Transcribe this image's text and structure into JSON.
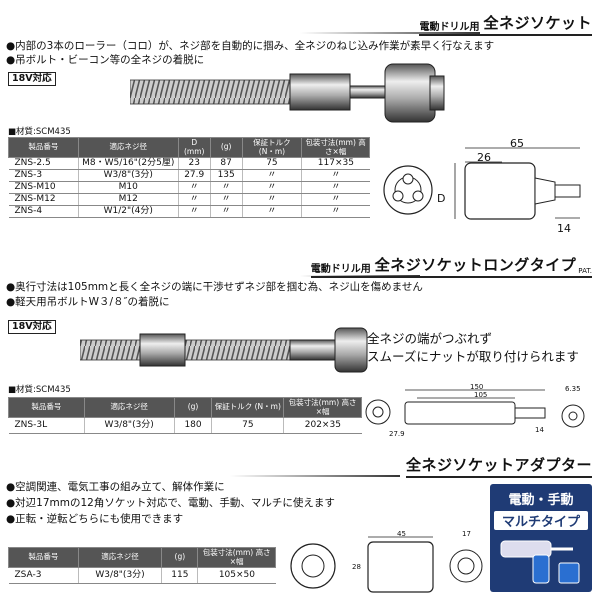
{
  "s1": {
    "sub": "電動ドリル用",
    "title": "全ネジソケット",
    "bullets": [
      "●内部の3本のローラー（コロ）が、ネジ部を自動的に掴み、全ネジのねじ込み作業が素早く行なえます",
      "●吊ボルト・ビーコン等の全ネジの着脱に"
    ],
    "badge": "18V対応",
    "material": "■材質:SCM435",
    "headers": [
      "製品番号",
      "適応ネジ径",
      "D (mm)",
      "(g)",
      "保証トルク (N・m)",
      "包装寸法(mm) 高さ×幅"
    ],
    "rows": [
      [
        "ZNS-2.5",
        "M8・W5/16\"(2分5厘)",
        "23",
        "87",
        "75",
        "117×35"
      ],
      [
        "ZNS-3",
        "W3/8\"(3分)",
        "27.9",
        "135",
        "〃",
        "〃"
      ],
      [
        "ZNS-M10",
        "M10",
        "〃",
        "〃",
        "〃",
        "〃"
      ],
      [
        "ZNS-M12",
        "M12",
        "〃",
        "〃",
        "〃",
        "〃"
      ],
      [
        "ZNS-4",
        "W1/2\"(4分)",
        "〃",
        "〃",
        "〃",
        "〃"
      ]
    ],
    "dims": {
      "total": "65",
      "part": "26",
      "d": "D",
      "hex": "14"
    }
  },
  "s2": {
    "sub": "電動ドリル用",
    "title": "全ネジソケットロングタイプ",
    "pat": "PAT.",
    "bullets": [
      "●奥行寸法は105mmと長く全ネジの端に干渉せずネジ部を掴む為、ネジ山を傷めません",
      "●軽天用吊ボルトW３/８″の着脱に"
    ],
    "badge": "18V対応",
    "callout": [
      "全ネジの端がつぶれず",
      "スムーズにナットが取り付けられます"
    ],
    "material": "■材質:SCM435",
    "headers": [
      "製品番号",
      "適応ネジ径",
      "(g)",
      "保証トルク (N・m)",
      "包装寸法(mm) 高さ×幅"
    ],
    "rows": [
      [
        "ZNS-3L",
        "W3/8\"(3分)",
        "180",
        "75",
        "202×35"
      ]
    ],
    "dims": {
      "total": "150",
      "part": "105",
      "dia": "27.9",
      "hex": "14",
      "bore": "6.35"
    }
  },
  "s3": {
    "title": "全ネジソケットアダプター",
    "bullets": [
      "●空調関連、電気工事の組み立て、解体作業に",
      "●対辺17mmの12角ソケット対応で、電動、手動、マルチに使えます",
      "●正転・逆転どちらにも使用できます"
    ],
    "badge_line1": "電動・手動",
    "badge_line2": "マルチタイプ",
    "headers": [
      "製品番号",
      "適応ネジ径",
      "(g)",
      "包装寸法(mm) 高さ×幅"
    ],
    "rows": [
      [
        "ZSA-3",
        "W3/8\"(3分)",
        "115",
        "105×50"
      ]
    ],
    "dims": {
      "len": "45",
      "dia": "28",
      "hex": "17"
    }
  }
}
